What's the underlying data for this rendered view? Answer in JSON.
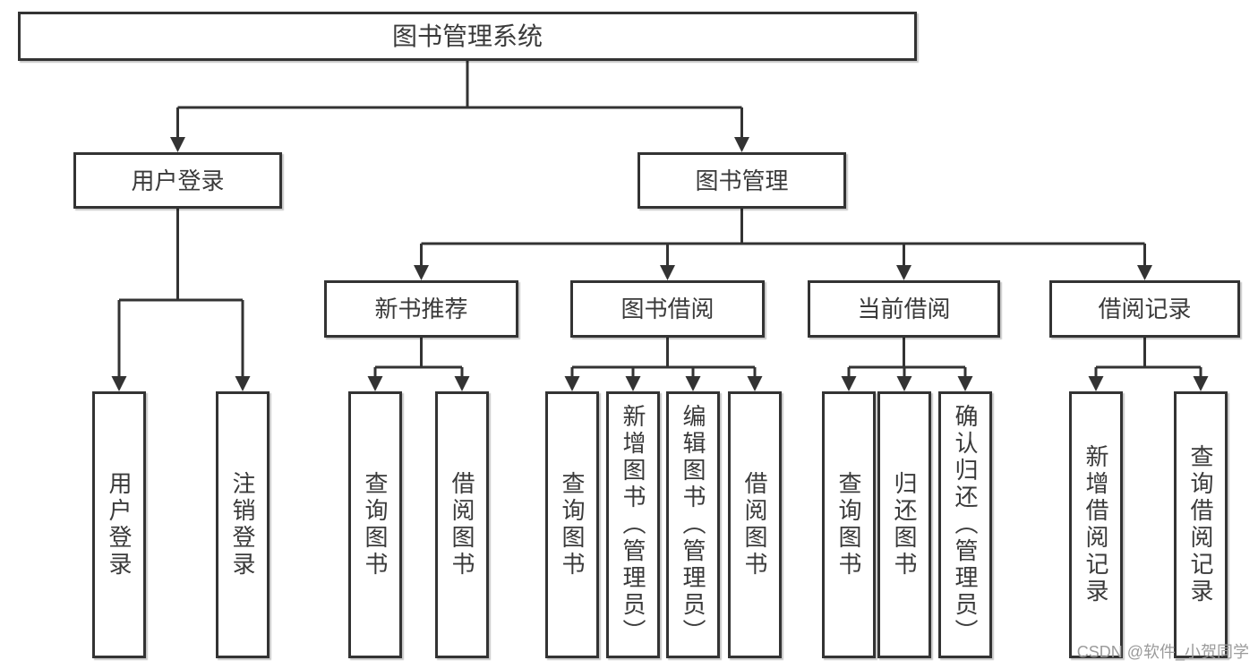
{
  "diagram_title": "图书管理系统",
  "tree": {
    "label": "图书管理系统",
    "children": [
      {
        "label": "用户登录",
        "children": [
          {
            "label": "用户登录"
          },
          {
            "label": "注销登录"
          }
        ]
      },
      {
        "label": "图书管理",
        "children": [
          {
            "label": "新书推荐",
            "children": [
              {
                "label": "查询图书"
              },
              {
                "label": "借阅图书"
              }
            ]
          },
          {
            "label": "图书借阅",
            "children": [
              {
                "label": "查询图书"
              },
              {
                "label": "新增图书（管理员）"
              },
              {
                "label": "编辑图书（管理员）"
              },
              {
                "label": "借阅图书"
              }
            ]
          },
          {
            "label": "当前借阅",
            "children": [
              {
                "label": "查询图书"
              },
              {
                "label": "归还图书"
              },
              {
                "label": "确认归还（管理员）"
              }
            ]
          },
          {
            "label": "借阅记录",
            "children": [
              {
                "label": "新增借阅记录"
              },
              {
                "label": "查询借阅记录"
              }
            ]
          }
        ]
      }
    ]
  },
  "watermark": {
    "text": "CSDN @软件_小贺同学"
  },
  "colors": {
    "line": "#333333",
    "box_border": "#333333",
    "text": "#3a3a3a",
    "background": "#ffffff",
    "watermark": "#9b9b9b"
  }
}
